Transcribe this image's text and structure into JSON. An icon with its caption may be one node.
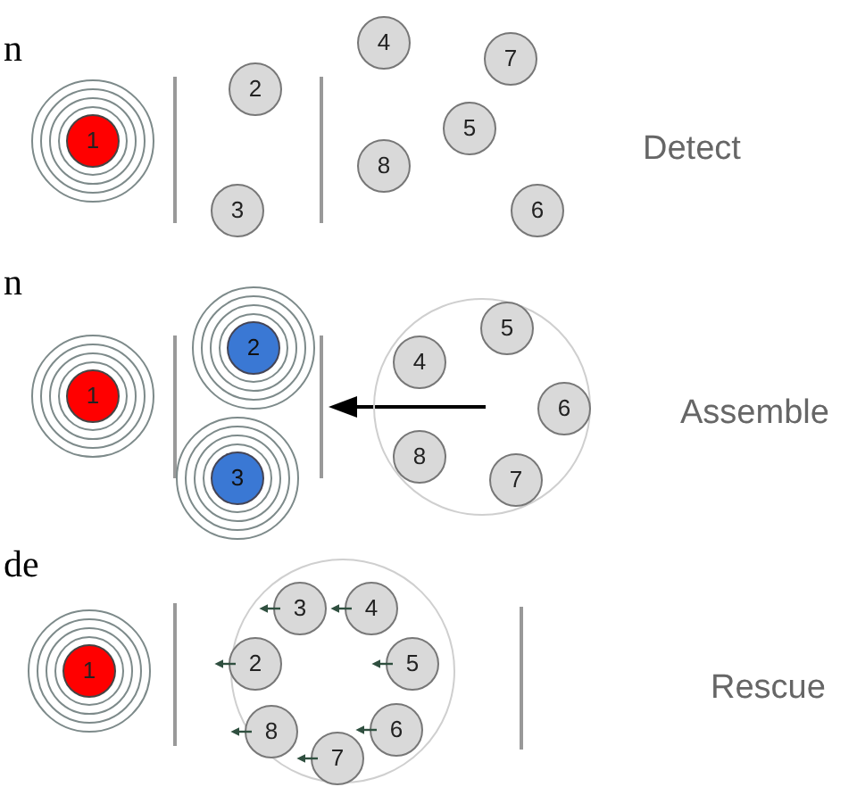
{
  "diagram": {
    "nodes": [
      {
        "text": [
          "1"
        ]
      },
      {
        "text": [
          "2"
        ]
      },
      {
        "text": [
          "3"
        ]
      },
      {
        "text": [
          "4"
        ]
      },
      {
        "text": [
          "7"
        ]
      },
      {
        "text": [
          "5"
        ]
      },
      {
        "text": [
          "8"
        ]
      },
      {
        "text": [
          "6"
        ]
      },
      {
        "text": [
          "1"
        ]
      },
      {
        "text": [
          "2"
        ]
      },
      {
        "text": [
          "3"
        ]
      },
      {
        "text": [],
        "shape": "circle"
      },
      {
        "text": [
          "5"
        ],
        "in": 11
      },
      {
        "text": [
          "4"
        ],
        "in": 11
      },
      {
        "text": [
          "6"
        ],
        "in": 11
      },
      {
        "text": [
          "8"
        ],
        "in": 11
      },
      {
        "text": [
          "7"
        ],
        "in": 11
      },
      {
        "text": [
          "1"
        ]
      },
      {
        "text": [],
        "shape": "circle"
      },
      {
        "text": [
          "3"
        ],
        "in": 18
      },
      {
        "text": [
          "4"
        ],
        "in": 18
      },
      {
        "text": [
          "2"
        ],
        "in": 18
      },
      {
        "text": [
          "5"
        ],
        "in": 18
      },
      {
        "text": [
          "8"
        ],
        "in": 18
      },
      {
        "text": [
          "6"
        ],
        "in": 18
      },
      {
        "text": [
          "7"
        ],
        "in": 18
      }
    ],
    "labels": [
      "n",
      "Detect",
      "n",
      "Assemble",
      "de",
      "Rescue"
    ]
  }
}
